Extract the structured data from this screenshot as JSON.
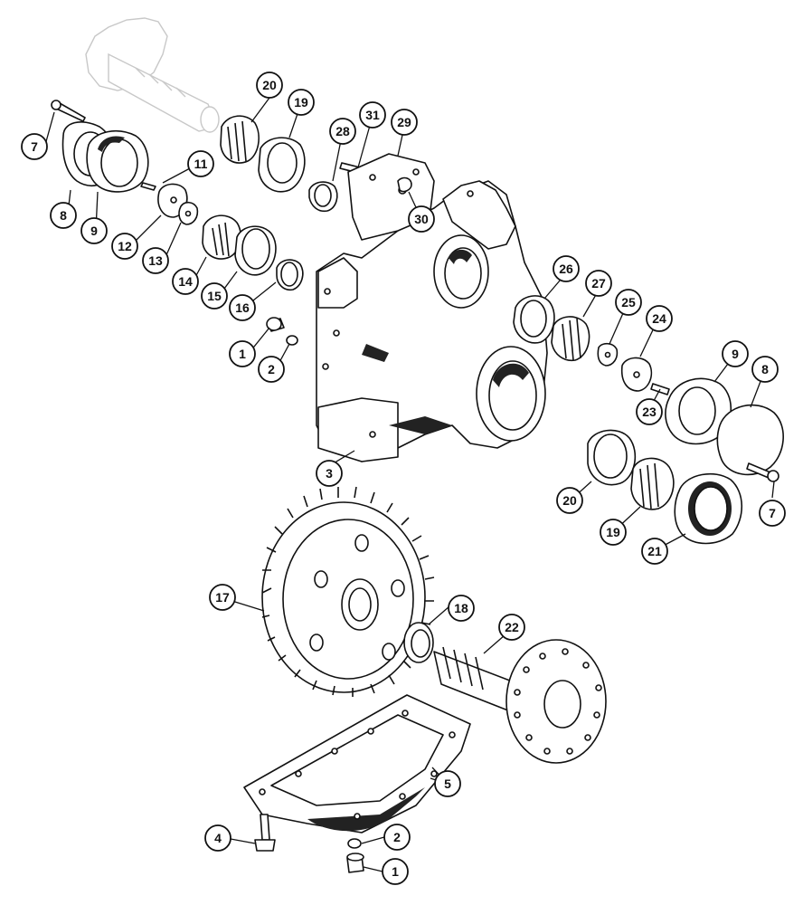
{
  "diagram": {
    "callouts": [
      {
        "id": "c1a",
        "label": "1"
      },
      {
        "id": "c2a",
        "label": "2"
      },
      {
        "id": "c3",
        "label": "3"
      },
      {
        "id": "c7a",
        "label": "7"
      },
      {
        "id": "c8a",
        "label": "8"
      },
      {
        "id": "c9a",
        "label": "9"
      },
      {
        "id": "c11",
        "label": "11"
      },
      {
        "id": "c12",
        "label": "12"
      },
      {
        "id": "c13",
        "label": "13"
      },
      {
        "id": "c14",
        "label": "14"
      },
      {
        "id": "c15",
        "label": "15"
      },
      {
        "id": "c16",
        "label": "16"
      },
      {
        "id": "c19a",
        "label": "19"
      },
      {
        "id": "c20a",
        "label": "20"
      },
      {
        "id": "c28",
        "label": "28"
      },
      {
        "id": "c31",
        "label": "31"
      },
      {
        "id": "c29",
        "label": "29"
      },
      {
        "id": "c30",
        "label": "30"
      },
      {
        "id": "c26",
        "label": "26"
      },
      {
        "id": "c27",
        "label": "27"
      },
      {
        "id": "c25",
        "label": "25"
      },
      {
        "id": "c24",
        "label": "24"
      },
      {
        "id": "c23",
        "label": "23"
      },
      {
        "id": "c9b",
        "label": "9"
      },
      {
        "id": "c8b",
        "label": "8"
      },
      {
        "id": "c20b",
        "label": "20"
      },
      {
        "id": "c19b",
        "label": "19"
      },
      {
        "id": "c7b",
        "label": "7"
      },
      {
        "id": "c21",
        "label": "21"
      },
      {
        "id": "c17",
        "label": "17"
      },
      {
        "id": "c18",
        "label": "18"
      },
      {
        "id": "c22",
        "label": "22"
      },
      {
        "id": "c5",
        "label": "5"
      },
      {
        "id": "c4",
        "label": "4"
      },
      {
        "id": "c2b",
        "label": "2"
      },
      {
        "id": "c1b",
        "label": "1"
      }
    ]
  }
}
